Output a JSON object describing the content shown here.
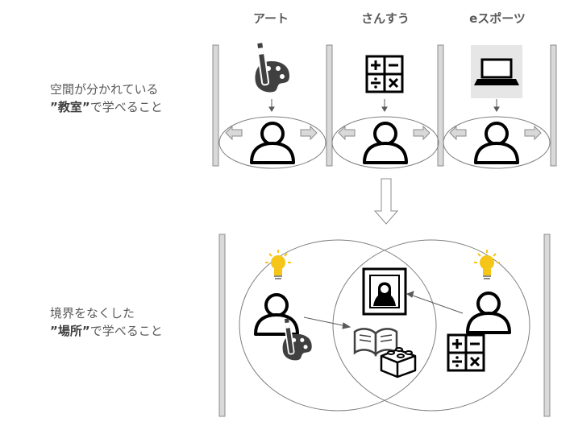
{
  "columns": [
    {
      "label": "アート",
      "icon": "palette-icon"
    },
    {
      "label": "さんすう",
      "icon": "math-operators-icon"
    },
    {
      "label": "eスポーツ",
      "icon": "laptop-icon"
    }
  ],
  "top_section": {
    "line1": "空間が分かれている",
    "line2_bold": "”教室”",
    "line2_rest": "で学べること"
  },
  "bottom_section": {
    "line1": "境界をなくした",
    "line2_bold": "”場所”",
    "line2_rest": "で学べること"
  },
  "colors": {
    "bar": "#d9d9d9",
    "bar_border": "#8c8c8c",
    "ellipse": "#7f7f7f",
    "arrow": "#bfbfbf",
    "bulb": "#f5c518",
    "text": "#595959"
  }
}
